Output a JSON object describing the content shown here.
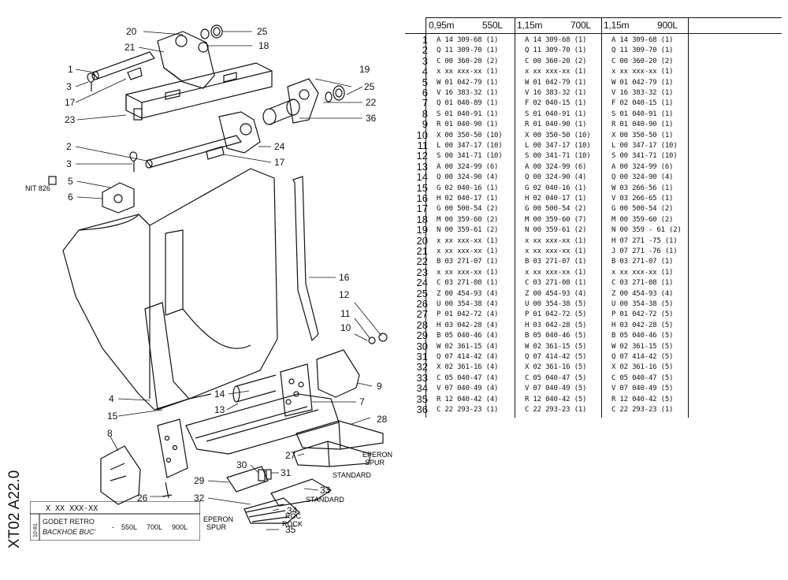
{
  "side_code": "XT02 A22.0",
  "title_block": {
    "part_code": "X XX XXX-XX",
    "date": "10-81",
    "title_fr": "GODET RETRO",
    "title_en": "BACKHOE BUC'",
    "dash": "-",
    "sizes": [
      "550L",
      "700L",
      "900L"
    ]
  },
  "diagram": {
    "callouts": [
      "20",
      "21",
      "1",
      "3",
      "17",
      "23",
      "2",
      "3",
      "5",
      "6",
      "4",
      "15",
      "8",
      "26",
      "25",
      "18",
      "19",
      "25",
      "22",
      "36",
      "24",
      "17",
      "16",
      "12",
      "11",
      "10",
      "9",
      "14",
      "13",
      "7",
      "28",
      "27",
      "30",
      "31",
      "29",
      "32",
      "33",
      "34",
      "35"
    ],
    "nit_label": "NIT 826",
    "labels": {
      "eperon_spur_right": [
        "EPERON",
        "SPUR"
      ],
      "standard_1": "STANDARD",
      "standard_2": "STANDARD",
      "roc_rock": [
        "ROC",
        "ROCK"
      ],
      "eperon_spur_bottom": [
        "EPERON",
        "SPUR"
      ]
    }
  },
  "table": {
    "columns": [
      {
        "width": "0,95m",
        "capacity": "550L"
      },
      {
        "width": "1,15m",
        "capacity": "700L"
      },
      {
        "width": "1,15m",
        "capacity": "900L"
      }
    ],
    "rows": [
      {
        "n": "1",
        "c": [
          "A 14 309-68 (1)",
          "A 14 309-68 (1)",
          "A 14 309-68 (1)"
        ]
      },
      {
        "n": "2",
        "c": [
          "Q 11 309-70 (1)",
          "Q 11 309-70 (1)",
          "Q 11 309-70 (1)"
        ]
      },
      {
        "n": "3",
        "c": [
          "C 00 360-20 (2)",
          "C 00 360-20 (2)",
          "C 00 360-20 (2)"
        ]
      },
      {
        "n": "4",
        "c": [
          "x xx xxx-xx (1)",
          "x xx xxx-xx (1)",
          "x xx xxx-xx (1)"
        ]
      },
      {
        "n": "5",
        "c": [
          "W 01 042-79 (1)",
          "W 01 042-79 (1)",
          "W 01 042-79 (1)"
        ]
      },
      {
        "n": "6",
        "c": [
          "V 16 383-32 (1)",
          "V 16 383-32 (1)",
          "V 16 383-32 (1)"
        ]
      },
      {
        "n": "7",
        "c": [
          "Q 01 040-89 (1)",
          "F 02 040-15 (1)",
          "F 02 040-15 (1)"
        ]
      },
      {
        "n": "8",
        "c": [
          "S 01 040-91 (1)",
          "S 01 040-91 (1)",
          "S 01 040-91 (1)"
        ]
      },
      {
        "n": "9",
        "c": [
          "R 01 040-90 (1)",
          "R 01 040-90 (1)",
          "R 01 040-90 (1)"
        ]
      },
      {
        "n": "10",
        "c": [
          "X 00 350-50 (10)",
          "X 00 350-50 (10)",
          "X 00 350-50 (1)"
        ]
      },
      {
        "n": "11",
        "c": [
          "L 00 347-17 (10)",
          "L 00 347-17 (10)",
          "L 00 347-17 (10)"
        ]
      },
      {
        "n": "12",
        "c": [
          "S 00 341-71 (10)",
          "S 00 341-71 (10)",
          "S 00 341-71 (10)"
        ]
      },
      {
        "n": "13",
        "c": [
          "A 00 324-99 (6)",
          "A 00 324-99 (6)",
          "A 00 324-99 (6)"
        ]
      },
      {
        "n": "14",
        "c": [
          "Q 00 324-90 (4)",
          "Q 00 324-90 (4)",
          "Q 00 324-90 (4)"
        ]
      },
      {
        "n": "15",
        "c": [
          "G 02 040-16 (1)",
          "G 02 040-16 (1)",
          "W 03 266-56 (1)"
        ]
      },
      {
        "n": "16",
        "c": [
          "H 02 040-17 (1)",
          "H 02 040-17 (1)",
          "V 03 266-65 (1)"
        ]
      },
      {
        "n": "17",
        "c": [
          "G 00 500-54 (2)",
          "G 00 500-54 (2)",
          "G 00 500-54 (2)"
        ]
      },
      {
        "n": "18",
        "c": [
          "M 00 359-60 (2)",
          "M 00 359-60 (7)",
          "M 00 359-60 (2)"
        ]
      },
      {
        "n": "19",
        "c": [
          "N 00 359-61 (2)",
          "N 00 359-61 (2)",
          "N 00 359 - 61 (2)"
        ]
      },
      {
        "n": "20",
        "c": [
          "x xx xxx-xx (1)",
          "x xx xxx-xx (1)",
          "H 07 271 -75 (1)"
        ]
      },
      {
        "n": "21",
        "c": [
          "x xx xxx-xx (1)",
          "x xx xxx-xx (1)",
          "J 07 271 -76 (1)"
        ]
      },
      {
        "n": "22",
        "c": [
          "B 03 271-07 (1)",
          "B 03 271-07 (1)",
          "B 03 271-07 (1)"
        ]
      },
      {
        "n": "23",
        "c": [
          "x xx xxx-xx (1)",
          "x xx xxx-xx (1)",
          "x xx xxx-xx (1)"
        ]
      },
      {
        "n": "24",
        "c": [
          "C 03 271-08 (1)",
          "C 03 271-08 (1)",
          "C 03 271-08 (1)"
        ]
      },
      {
        "n": "25",
        "c": [
          "Z 00 454-93 (4)",
          "Z 00 454-93 (4)",
          "Z 00 454-93 (4)"
        ]
      },
      {
        "n": "26",
        "c": [
          "U 00 354-38 (4)",
          "U 00 354-38 (5)",
          "U 00 354-38 (5)"
        ]
      },
      {
        "n": "27",
        "c": [
          "P 01 042-72 (4)",
          "P 01 042-72 (5)",
          "P 01 042-72 (5)"
        ]
      },
      {
        "n": "28",
        "c": [
          "H 03 042-28 (4)",
          "H 03 042-28 (5)",
          "H 03 042-28 (5)"
        ]
      },
      {
        "n": "29",
        "c": [
          "B 05 040-46 (4)",
          "B 05 040-46 (5)",
          "B 05 040-46 (5)"
        ]
      },
      {
        "n": "30",
        "c": [
          "W 02 361-15 (4)",
          "W 02 361-15 (5)",
          "W 02 361-15 (5)"
        ]
      },
      {
        "n": "31",
        "c": [
          "Q 07 414-42 (4)",
          "Q 07 414-42 (5)",
          "Q 07 414-42 (5)"
        ]
      },
      {
        "n": "32",
        "c": [
          "X 02 361-16 (4)",
          "X 02 361-16 (5)",
          "X 02 361-16 (5)"
        ]
      },
      {
        "n": "33",
        "c": [
          "C 05 040-47 (4)",
          "C 05 040-47 (5)",
          "C 05 040-47 (5)"
        ]
      },
      {
        "n": "34",
        "c": [
          "V 07 040-49 (4)",
          "V 07 040-49 (5)",
          "V 07 040-49 (5)"
        ]
      },
      {
        "n": "35",
        "c": [
          "R 12 040-42 (4)",
          "R 12 040-42 (5)",
          "R 12 040-42 (5)"
        ]
      },
      {
        "n": "36",
        "c": [
          "C 22 293-23 (1)",
          "C 22 293-23 (1)",
          "C 22 293-23 (1)"
        ]
      }
    ]
  }
}
